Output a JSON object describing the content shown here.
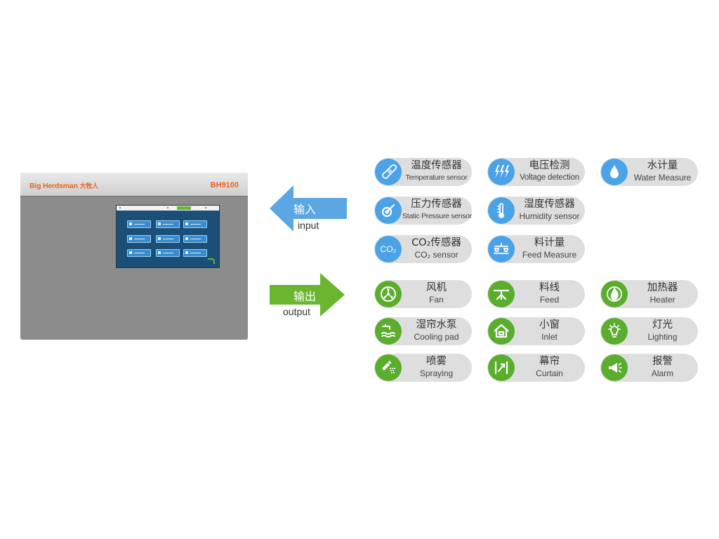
{
  "device": {
    "brand": "Big Herdsman",
    "brand_cn": "大牧人",
    "model": "BH9100"
  },
  "input_arrow": {
    "label": "输入",
    "sub": "input",
    "color": "#5ba7e3"
  },
  "output_arrow": {
    "label": "输出",
    "sub": "output",
    "color": "#6ab630"
  },
  "inputs": [
    {
      "cn": "温度传感器",
      "en": "Temperature sensor",
      "icon": "thermometer-icon"
    },
    {
      "cn": "电压检测",
      "en": "Voltage detection",
      "icon": "lightning-icon"
    },
    {
      "cn": "水计量",
      "en": "Water Measure",
      "icon": "water-drop-icon"
    },
    {
      "cn": "压力传感器",
      "en": "Static Pressure sensor",
      "icon": "pressure-gauge-icon"
    },
    {
      "cn": "湿度传感器",
      "en": "Humidity sensor",
      "icon": "humidity-thermometer-icon"
    },
    {
      "cn": "CO₂传感器",
      "en": "CO₂ sensor",
      "icon": "co2-icon",
      "icon_text": "CO₂"
    },
    {
      "cn": "料计量",
      "en": "Feed Measure",
      "icon": "scale-icon"
    }
  ],
  "outputs": [
    {
      "cn": "风机",
      "en": "Fan",
      "icon": "fan-icon"
    },
    {
      "cn": "料线",
      "en": "Feed",
      "icon": "feed-line-icon"
    },
    {
      "cn": "加热器",
      "en": "Heater",
      "icon": "flame-icon"
    },
    {
      "cn": "湿帘水泵",
      "en": "Cooling pad",
      "icon": "water-pump-icon"
    },
    {
      "cn": "小窗",
      "en": "Inlet",
      "icon": "window-house-icon"
    },
    {
      "cn": "灯光",
      "en": "Lighting",
      "icon": "bulb-icon"
    },
    {
      "cn": "喷雾",
      "en": "Spraying",
      "icon": "spray-icon"
    },
    {
      "cn": "幕帘",
      "en": "Curtain",
      "icon": "curtain-icon"
    },
    {
      "cn": "报警",
      "en": "Alarm",
      "icon": "megaphone-icon"
    }
  ]
}
